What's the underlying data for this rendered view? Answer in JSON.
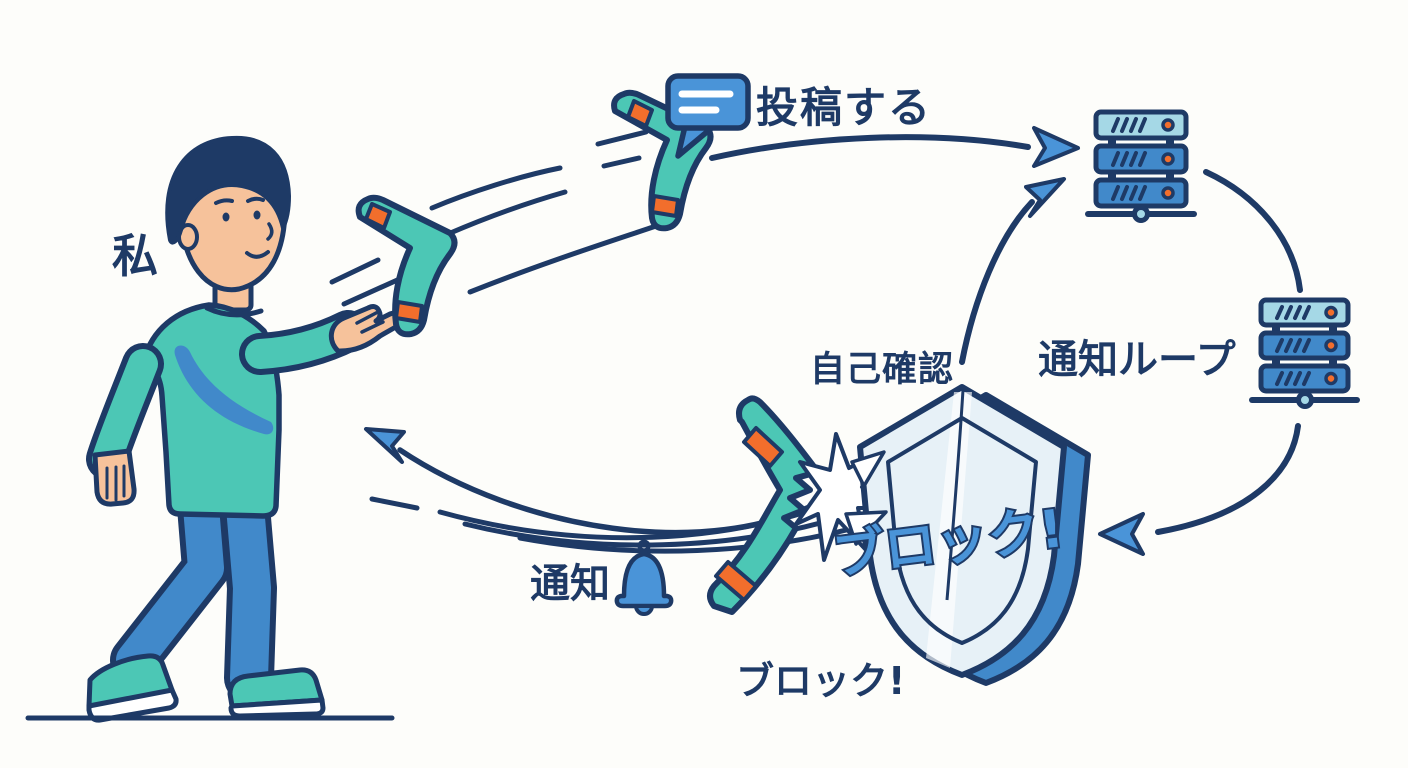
{
  "diagram": {
    "title_concept": "boomerang-posting-block-loop",
    "labels": {
      "me": "私",
      "post": "投稿する",
      "notification_loop": "通知ループ",
      "self_check": "自己確認",
      "shield_block": "ブロック!",
      "block_caption": "ブロック!",
      "notification": "通知"
    },
    "icons": [
      "person-figure",
      "boomerang-icon",
      "speech-bubble-icon",
      "server-icon",
      "shield-icon",
      "bell-icon",
      "arrow-icon"
    ],
    "colors": {
      "background": "#fdfdfa",
      "outline_navy": "#1e3a66",
      "teal": "#4cc7b5",
      "blue": "#4189ca",
      "light_blue": "#a5d8e6",
      "shield_face": "#e7f1f7",
      "orange": "#f26e2c",
      "skin": "#f6c29b",
      "arrow_fill": "#4a94d8"
    }
  }
}
